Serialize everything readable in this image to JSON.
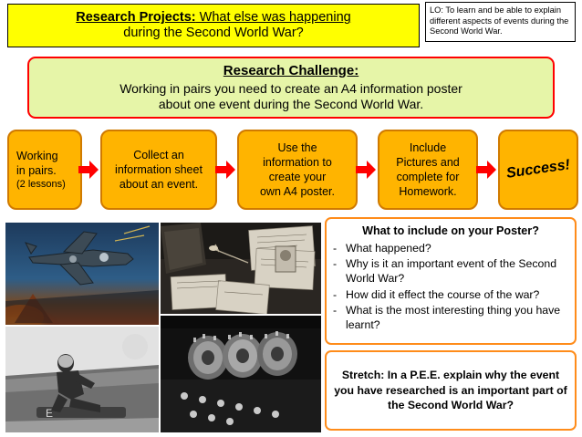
{
  "header": {
    "title_line1_bold": "Research Projects:",
    "title_line1_rest": " What else was happening",
    "title_line2": "during the Second World War?",
    "lo_text": "LO: To learn and be able to explain different aspects of events during the Second World War."
  },
  "challenge": {
    "title": "Research Challenge:",
    "line1": "Working in pairs you need to create an A4 information poster",
    "line2": "about one event during the Second World War."
  },
  "flow": {
    "steps": [
      {
        "line1": "Working",
        "line2": "in pairs.",
        "line3": "(2 lessons)"
      },
      {
        "line1": "Collect an",
        "line2": "information sheet",
        "line3": "about an event."
      },
      {
        "line1": "Use the",
        "line2": "information to",
        "line3": "create your",
        "line4": "own A4  poster."
      },
      {
        "line1": "Include",
        "line2": "Pictures and",
        "line3": "complete for",
        "line4": "Homework."
      },
      {
        "line1": "Success!"
      }
    ],
    "arrow_color": "#ff0000"
  },
  "poster": {
    "title": "What to include on your Poster?",
    "items": [
      "What happened?",
      "Why is it an important event of the Second World War?",
      "How did it effect the course of the war?",
      "What is the most interesting thing you have learnt?"
    ],
    "dash": "-"
  },
  "stretch": {
    "text": "Stretch: In a P.E.E. explain why the event you have researched is an important part of the Second World War?"
  },
  "photos": [
    {
      "name": "bomber-aircraft-painting",
      "caption": ""
    },
    {
      "name": "desk-with-documents-photo",
      "caption": ""
    },
    {
      "name": "pilot-sitting-on-plane-photo",
      "caption": ""
    },
    {
      "name": "enigma-machine-rotors-photo",
      "caption": ""
    }
  ],
  "colors": {
    "title_bg": "#ffff00",
    "challenge_bg": "#e6f5a8",
    "challenge_border": "#ff0000",
    "step_bg": "#ffb400",
    "box_border": "#ff8c1a"
  }
}
